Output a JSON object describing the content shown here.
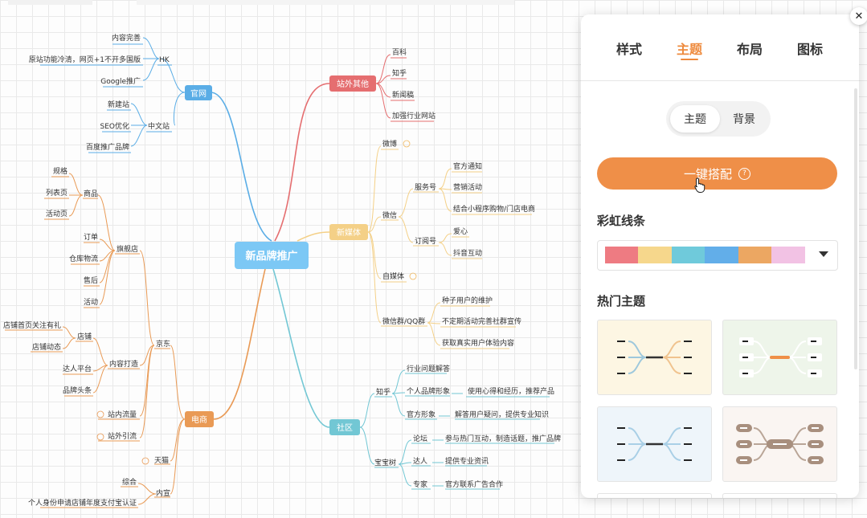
{
  "mindmap": {
    "root": "新品牌推广",
    "branches": {
      "guanwang": {
        "label": "官网",
        "hk": {
          "label": "HK",
          "items": [
            "内容完善",
            "原站功能冷清，网页+1不开多国版",
            "Google推广"
          ]
        },
        "zhongwen": {
          "label": "中文站",
          "items": [
            "新建站",
            "SEO优化",
            "百度推广品牌"
          ]
        }
      },
      "zhanwai": {
        "label": "站外其他",
        "items": [
          "百科",
          "知乎",
          "新闻稿",
          "加强行业网站"
        ]
      },
      "xinmeiti": {
        "label": "新媒体",
        "weibo": "微博",
        "weixin": {
          "label": "微信",
          "fuwu": {
            "label": "服务号",
            "items": [
              "官方通知",
              "营销活动",
              "结合小程序购物/门店电商"
            ]
          },
          "dingyue": {
            "label": "订阅号",
            "items": [
              "爱心",
              "抖音互动"
            ]
          }
        },
        "zimeiti": "自媒体",
        "qun": {
          "label": "微信群/QQ群",
          "items": [
            "种子用户的维护",
            "不定期活动完善社群宣传",
            "获取真实用户体验内容"
          ]
        }
      },
      "shequ": {
        "label": "社区",
        "zhihu": {
          "label": "知乎",
          "items": [
            {
              "label": "行业问题解答",
              "note": ""
            },
            {
              "label": "个人品牌形象",
              "note": "使用心得和经历，推荐产品"
            },
            {
              "label": "官方形象",
              "note": "解答用户疑问，提供专业知识"
            }
          ]
        },
        "baobaoshu": {
          "label": "宝宝树",
          "items": [
            {
              "label": "论坛",
              "note": "参与热门互动，制造话题，推广品牌"
            },
            {
              "label": "达人",
              "note": "提供专业资讯"
            },
            {
              "label": "专家",
              "note": "官方联系广告合作"
            }
          ]
        }
      },
      "dianshang": {
        "label": "电商",
        "jingdong": {
          "label": "京东",
          "qijiandian": {
            "label": "旗舰店",
            "shangpin": {
              "label": "商品",
              "items": [
                "规格",
                "列表页",
                "活动页"
              ]
            },
            "items": [
              "订单",
              "仓库物流",
              "售后",
              "活动"
            ]
          },
          "neirong": {
            "label": "内容打造",
            "dianpu": {
              "label": "店铺",
              "items": [
                "店铺首页关注有礼",
                "店铺动态"
              ]
            },
            "items": [
              "达人平台",
              "品牌头条"
            ]
          },
          "items": [
            "站内流量",
            "站外引流"
          ]
        },
        "tianmao": "天猫",
        "neimao": {
          "label": "内宣",
          "items": [
            "综合",
            "个人身份申请店铺年度支付宝认证"
          ]
        }
      }
    }
  },
  "panel": {
    "tabs": [
      "样式",
      "主题",
      "布局",
      "图标"
    ],
    "active_tab": "主题",
    "segment": [
      "主题",
      "背景"
    ],
    "one_click_label": "一键搭配",
    "help_glyph": "?",
    "rainbow_title": "彩虹线条",
    "rainbow_colors": [
      "#ee7b82",
      "#f6d78c",
      "#6fcadb",
      "#62aee9",
      "#eca762",
      "#f2c2e4"
    ],
    "hot_themes_title": "热门主题",
    "themes": [
      {
        "bg": "#fdf6e3",
        "line_left": "#9ec8dc",
        "line_right": "#f0c38e",
        "center": "#333333",
        "style": "dash"
      },
      {
        "bg": "#eef5ea",
        "line_left": "#ffffff",
        "line_right": "#ffffff",
        "center": "#ef8f48",
        "style": "box"
      },
      {
        "bg": "#eef5fa",
        "line_left": "#a9cfe6",
        "line_right": "#a9cfe6",
        "center": "#333333",
        "style": "dash"
      },
      {
        "bg": "#faf5f2",
        "line_left": "#b9a597",
        "line_right": "#b9a597",
        "center": "#a88f7e",
        "style": "pill"
      }
    ]
  },
  "colors": {
    "blue": "#5aade6",
    "red": "#e56e70",
    "yellow": "#f4d087",
    "teal": "#72c7d4",
    "orange": "#e99a55",
    "root": "#7cc8f5",
    "accent": "#ef8f48"
  }
}
